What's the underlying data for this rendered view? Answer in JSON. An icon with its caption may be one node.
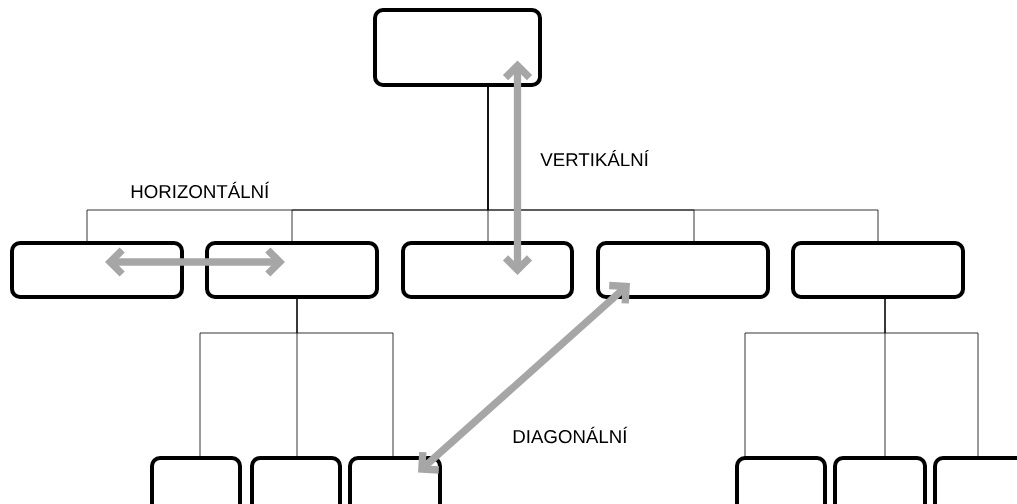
{
  "diagram": {
    "nodes": [
      {
        "text": [],
        "shape": "box"
      },
      {
        "text": [],
        "shape": "box"
      },
      {
        "text": [],
        "shape": "box"
      },
      {
        "text": [],
        "shape": "box"
      },
      {
        "text": [],
        "shape": "box"
      },
      {
        "text": [],
        "shape": "box"
      },
      {
        "text": [],
        "shape": "box"
      },
      {
        "text": [],
        "shape": "box"
      },
      {
        "text": [],
        "shape": "box"
      },
      {
        "text": [],
        "shape": "box"
      },
      {
        "text": [],
        "shape": "box"
      },
      {
        "text": [],
        "shape": "box"
      }
    ],
    "edges": [
      {
        "from": 0,
        "to": 1,
        "arrow": "none"
      },
      {
        "from": 0,
        "to": 2,
        "arrow": "none"
      },
      {
        "from": 0,
        "to": 3,
        "arrow": "none"
      },
      {
        "from": 0,
        "to": 4,
        "arrow": "none"
      },
      {
        "from": 0,
        "to": 5,
        "arrow": "none"
      },
      {
        "from": 2,
        "to": 6,
        "arrow": "none"
      },
      {
        "from": 2,
        "to": 7,
        "arrow": "none"
      },
      {
        "from": 2,
        "to": 8,
        "arrow": "none"
      },
      {
        "from": 5,
        "to": 9,
        "arrow": "none"
      },
      {
        "from": 5,
        "to": 10,
        "arrow": "none"
      },
      {
        "from": 5,
        "to": 11,
        "arrow": "none"
      },
      {
        "from": 1,
        "to": 2,
        "arrow": "both",
        "style": "thick",
        "color": "#a6a6a6"
      },
      {
        "from": 0,
        "to": 3,
        "arrow": "both",
        "style": "thick",
        "color": "#a6a6a6"
      },
      {
        "from": 4,
        "to": 8,
        "arrow": "both",
        "style": "thick",
        "color": "#a6a6a6"
      }
    ],
    "labels": [
      "VERTIKÁLNÍ",
      "HORIZONTÁLNÍ",
      "DIAGONÁLNÍ"
    ]
  }
}
